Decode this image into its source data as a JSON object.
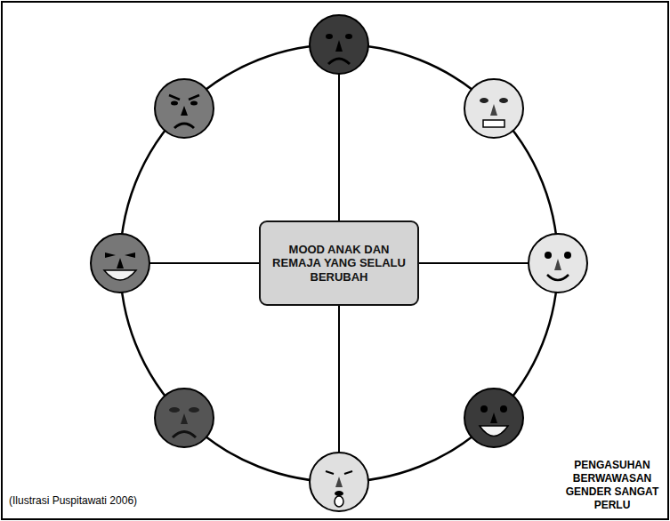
{
  "diagram": {
    "caption": "(Ilustrasi Puspitawati 2006)",
    "nodes": [
      {
        "text": [
          "MOOD ANAK DAN REMAJA YANG SELALU BERUBAH"
        ]
      }
    ],
    "labels": [
      "PENGASUHAN BERWAWASAN GENDER SANGAT PERLU"
    ]
  }
}
